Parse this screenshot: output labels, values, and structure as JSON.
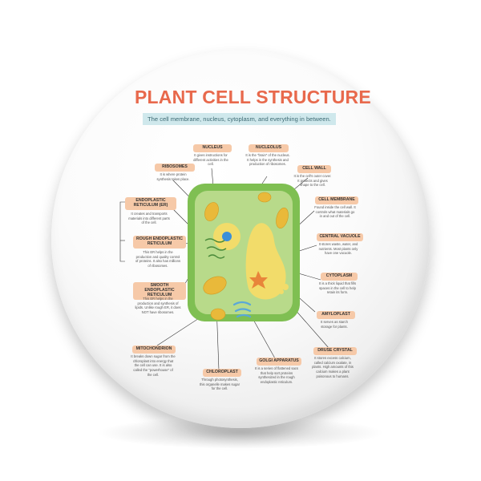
{
  "title": "PLANT CELL STRUCTURE",
  "subtitle": "The cell membrane, nucleus, cytoplasm, and everything in between.",
  "parts": {
    "nucleus": {
      "label": "NUCLEUS",
      "text": "It gives instructions for different activities in the cell."
    },
    "nucleolus": {
      "label": "NUCLEOLUS",
      "text": "It is the \"brain\" of the nucleus. It helps in the synthesis and production of ribosomes."
    },
    "ribosomes": {
      "label": "RIBOSOMES",
      "text": "It is where protein synthesis takes place."
    },
    "cell_wall": {
      "label": "CELL WALL",
      "text": "It is the cell's outer cover. It protects and gives shape to the cell."
    },
    "er": {
      "label": "ENDOPLASTIC RETICULUM (ER)",
      "text": "It creates and transports materials into different parts of the cell."
    },
    "cell_membrane": {
      "label": "CELL MEMBRANE",
      "text": "Found inside the cell wall. It controls what materials go in and out of the cell."
    },
    "rough_er": {
      "label": "ROUGH ENDOPLASTIC RETICULUM",
      "text": "This ER helps in the production and quality control of proteins. It also has millions of ribosomes."
    },
    "central_vacuole": {
      "label": "CENTRAL VACUOLE",
      "text": "It stores waste, water, and nutrients. Most plants only have one vacuole."
    },
    "smooth_er": {
      "label": "SMOOTH ENDOPLASTIC RETICULUM",
      "text": "This ER helps in the production and synthesis of lipids. Unlike rough ER, it does NOT have ribosomes."
    },
    "cytoplasm": {
      "label": "CYTOPLASM",
      "text": "It is a thick liquid that fills spaces in the cell to help retain its form."
    },
    "amyloplast": {
      "label": "AMYLOPLAST",
      "text": "It serves as starch storage for plants."
    },
    "mitochondrion": {
      "label": "MITOCHONDRION",
      "text": "It breaks down sugar from the chloroplast into energy that the cell can use. It is also called the \"powerhouse\" of the cell."
    },
    "chloroplast": {
      "label": "CHLOROPLAST",
      "text": "Through photosynthesis, this organelle makes sugar for the cell."
    },
    "golgi": {
      "label": "GOLGI APPARATUS",
      "text": "It is a series of flattened sacs that help sort proteins synthesized in the rough endoplastic reticulum."
    },
    "druse": {
      "label": "DRUSE CRYSTAL",
      "text": "It stores excess calcium, called calcium oxalate, in plants. High amounts of this calcium makes a plant poisonous to humans."
    }
  },
  "colors": {
    "title": "#e8694c",
    "label_bg": "#f6c9a8",
    "subtitle_bg": "#cfe8ec",
    "cell_wall": "#7fbf52",
    "cytoplasm": "#b8da8a",
    "chloroplast": "#e9b93a",
    "vacuole": "#f2dc6a",
    "nucleus": "#3a8fd9",
    "golgi": "#5aa8d8",
    "druse": "#e8853a"
  }
}
